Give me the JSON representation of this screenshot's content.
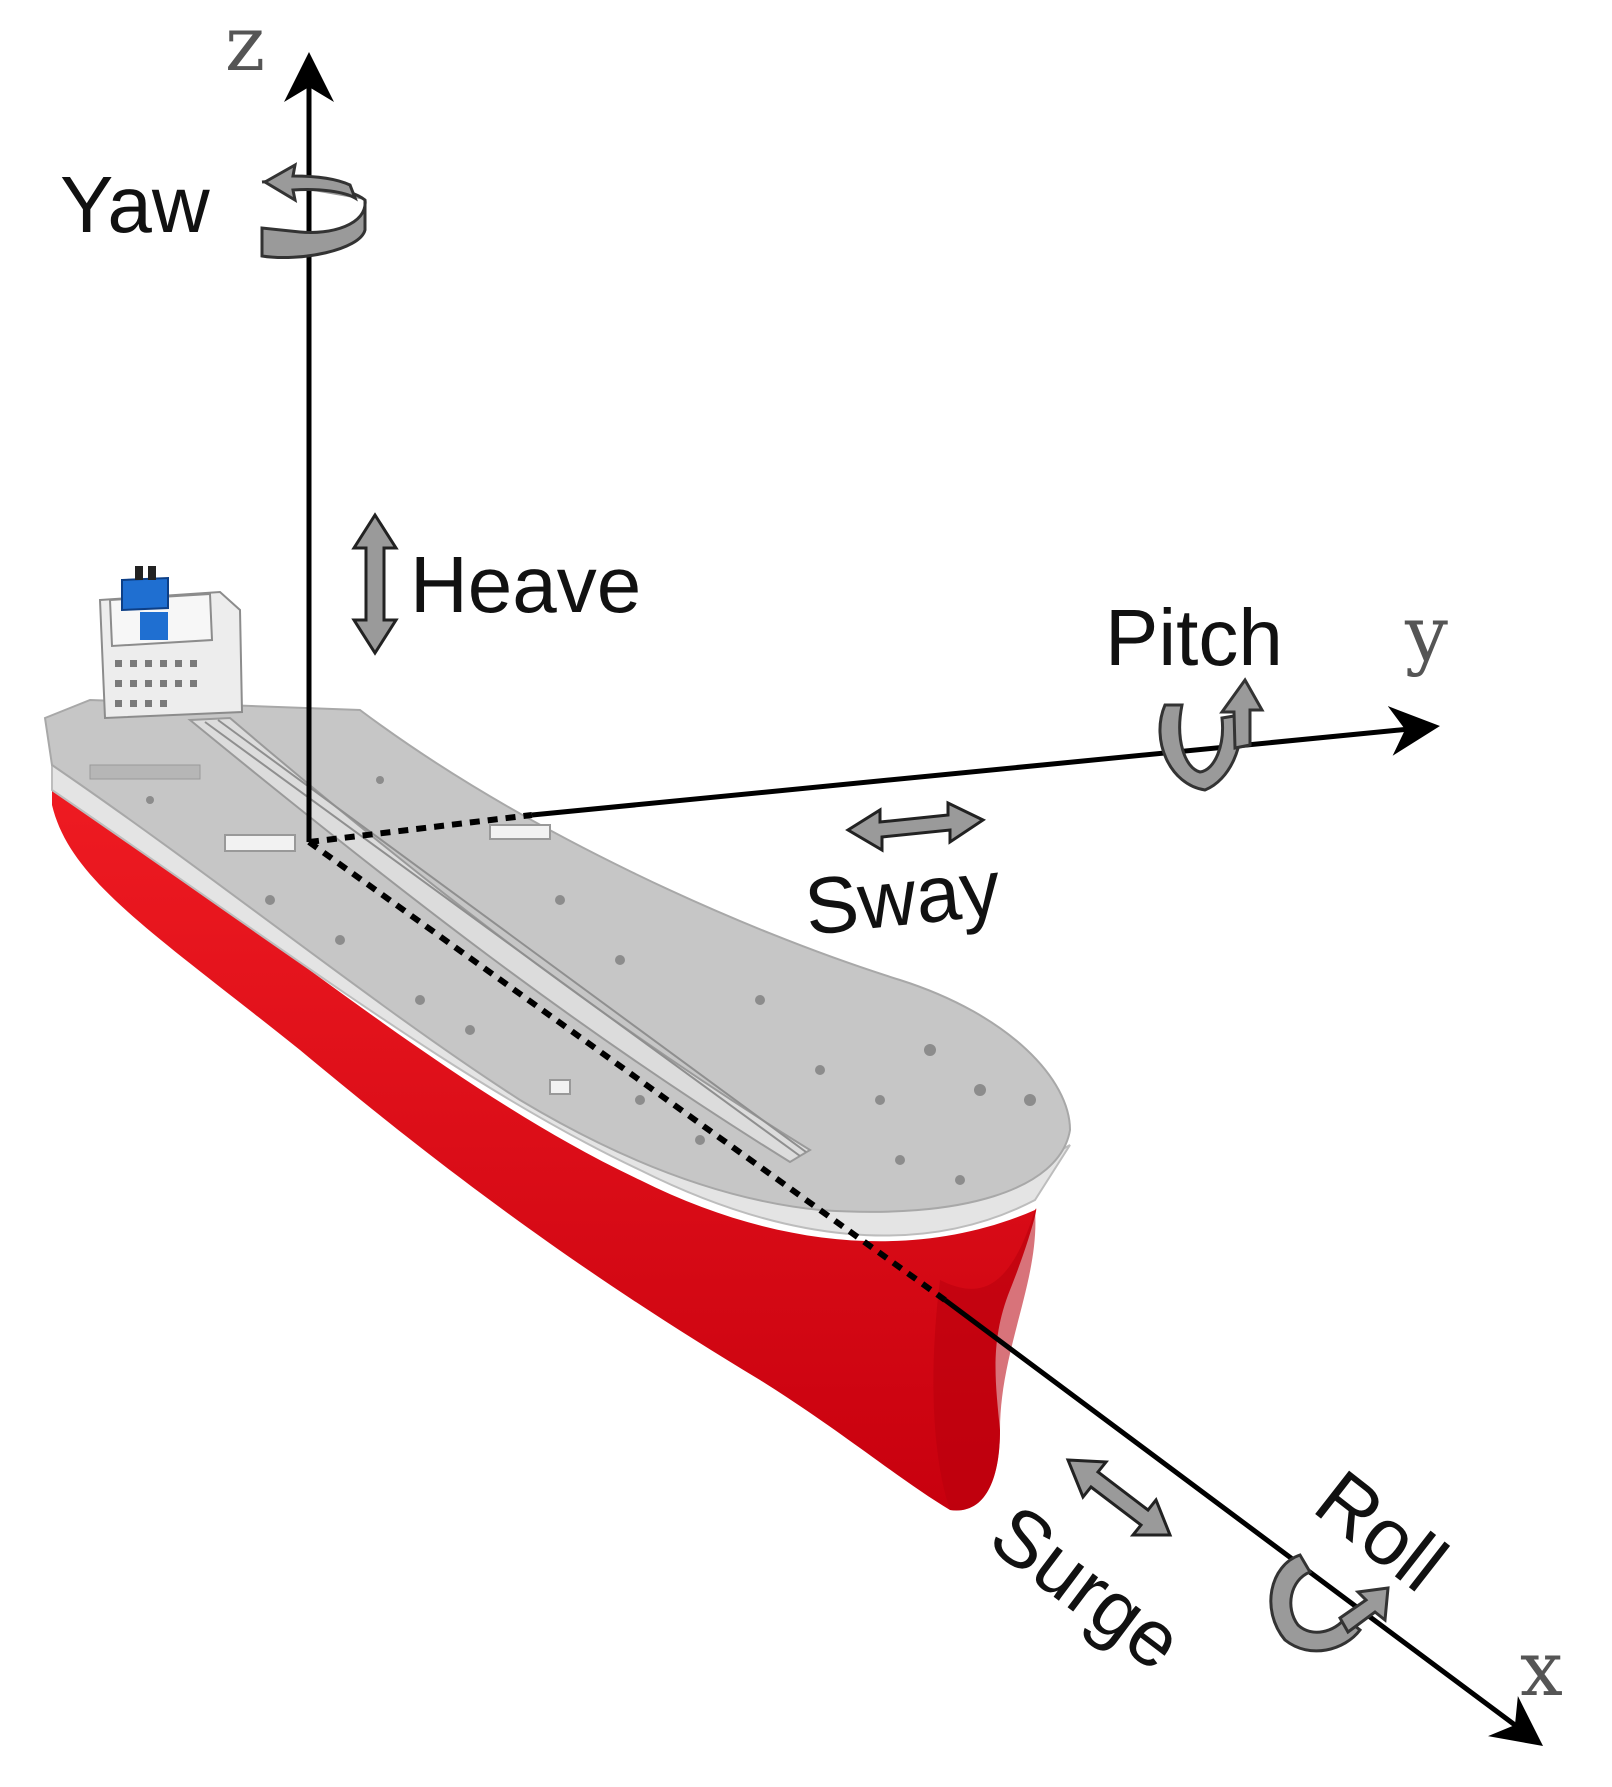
{
  "axes": {
    "z": "z",
    "y": "y",
    "x": "x"
  },
  "motions": {
    "yaw": "Yaw",
    "heave": "Heave",
    "pitch": "Pitch",
    "sway": "Sway",
    "surge": "Surge",
    "roll": "Roll"
  },
  "colors": {
    "hull": "#e30613",
    "hull_shade": "#c00010",
    "deck": "#c8c8c8",
    "deck_edge": "#e6e6e6",
    "superstructure": "#eeeeee",
    "funnel": "#1f6fd1",
    "arrow_fill": "#9a9a9a",
    "axis": "#000000"
  }
}
